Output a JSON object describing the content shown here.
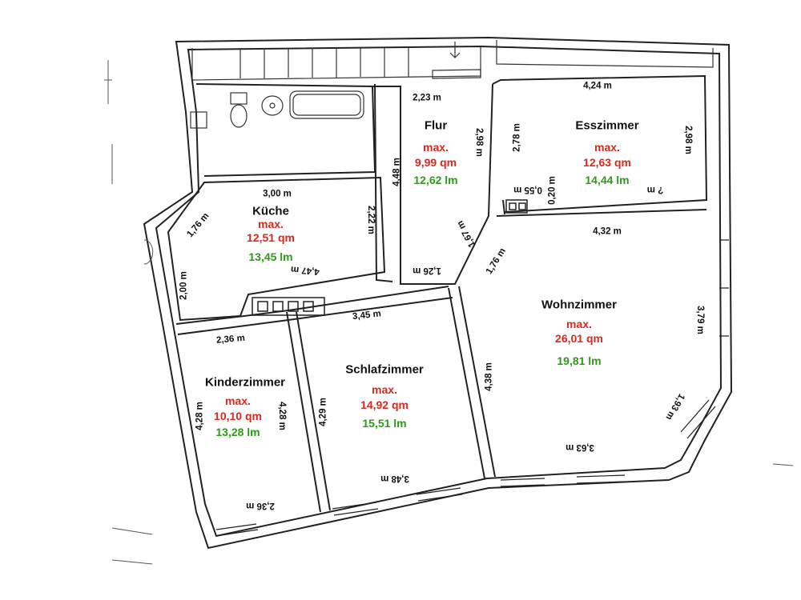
{
  "rooms": {
    "flur": {
      "name": "Flur",
      "max": "max.",
      "area": "9,99 qm",
      "lm": "12,62 lm"
    },
    "esszimmer": {
      "name": "Esszimmer",
      "max": "max.",
      "area": "12,63 qm",
      "lm": "14,44 lm"
    },
    "kueche": {
      "name": "Küche",
      "max": "max.",
      "area": "12,51 qm",
      "lm": "13,45 lm"
    },
    "wohnzimmer": {
      "name": "Wohnzimmer",
      "max": "max.",
      "area": "26,01 qm",
      "lm": "19,81 lm"
    },
    "kinderzimmer": {
      "name": "Kinderzimmer",
      "max": "max.",
      "area": "10,10 qm",
      "lm": "13,28 lm"
    },
    "schlafzimmer": {
      "name": "Schlafzimmer",
      "max": "max.",
      "area": "14,92 qm",
      "lm": "15,51 lm"
    }
  },
  "dims": {
    "flur_top": "2,23 m",
    "flur_right": "2,98 m",
    "flur_left": "4,48 m",
    "flur_diag": "1,67 m",
    "flur_bottom": "1,26 m",
    "ess_top": "4,24 m",
    "ess_left": "2,78 m",
    "ess_right": "2,98 m",
    "ess_small1": "0,55 m",
    "ess_small2": "0,20 m",
    "ess_unknown": "? m",
    "kueche_top": "3,00 m",
    "kueche_diag": "1,76 m",
    "kueche_right": "2,22 m",
    "kueche_bottom": "4,47 m",
    "kueche_left": "2,00 m",
    "wohn_top": "4,32 m",
    "wohn_diag": "1,76 m",
    "wohn_right": "3,79 m",
    "wohn_diag2": "1,93 m",
    "wohn_bottom": "3,63 m",
    "wohn_left": "4,38 m",
    "kinder_top": "2,36 m",
    "kinder_left": "4,28 m",
    "kinder_right": "4,28 m",
    "kinder_bottom": "2,36 m",
    "schlaf_top": "3,45 m",
    "schlaf_left": "4,29 m",
    "schlaf_bottom": "3,48 m"
  }
}
